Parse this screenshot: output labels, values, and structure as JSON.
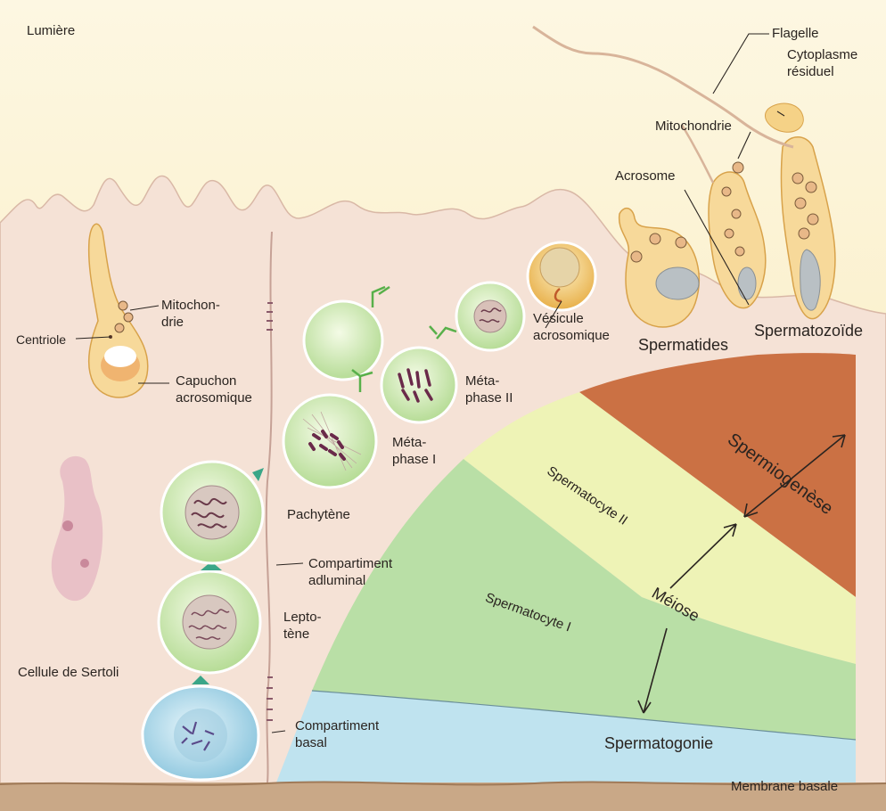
{
  "labels": {
    "lumiere": "Lumière",
    "flagelle": "Flagelle",
    "cytoplasme_residuel": "Cytoplasme\nrésiduel",
    "mitochondrie_top": "Mitochondrie",
    "acrosome": "Acrosome",
    "mitochondrie_left": "Mitochon-\ndrie",
    "centriole": "Centriole",
    "capuchon": "Capuchon\nacrosomique",
    "vesicule": "Vésicule\nacrosomique",
    "spermatides": "Spermatides",
    "spermatozoide": "Spermatozoïde",
    "metaphase2": "Méta-\nphase II",
    "metaphase1": "Méta-\nphase I",
    "pachytene": "Pachytène",
    "compartiment_adluminal": "Compartiment\nadluminal",
    "leptotene": "Lepto-\ntène",
    "cellule_sertoli": "Cellule de Sertoli",
    "compartiment_basal": "Compartiment\nbasal",
    "spermatogonie": "Spermatogonie",
    "membrane_basale": "Membrane basale"
  },
  "zones": {
    "spermiogenese": "Spermiogenèse",
    "spermatocyte2": "Spermatocyte II",
    "spermatocyte1": "Spermatocyte I",
    "meiose": "Méiose"
  },
  "colors": {
    "lumen": "#fbf3cf",
    "tissue": "#f6e4dc",
    "spermiogenesis_zone": "#c96a3a",
    "spermatocyte2_zone": "#eef2b0",
    "spermatocyte1_zone": "#b9e0a6",
    "spermatogonia_zone": "#bfe3ef",
    "basal_membrane": "#c8a98a",
    "green_cell": "#d9efb8",
    "blue_cell": "#bfe1ee",
    "yellow_cell": "#f4d47a"
  }
}
